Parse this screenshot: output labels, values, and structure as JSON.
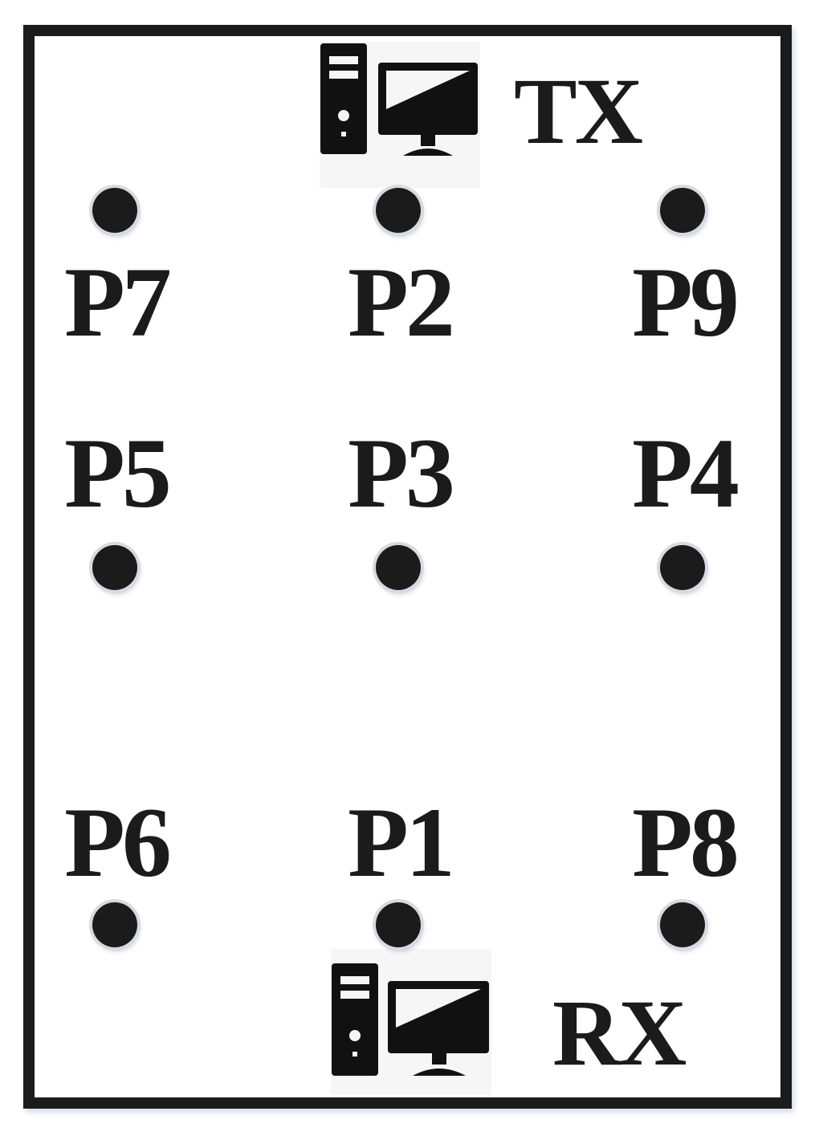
{
  "stations": {
    "tx": {
      "label": "TX",
      "icon": "desktop-computer-icon"
    },
    "rx": {
      "label": "RX",
      "icon": "desktop-computer-icon"
    }
  },
  "points": [
    {
      "id": "p7",
      "label": "P7"
    },
    {
      "id": "p2",
      "label": "P2"
    },
    {
      "id": "p9",
      "label": "P9"
    },
    {
      "id": "p5",
      "label": "P5"
    },
    {
      "id": "p3",
      "label": "P3"
    },
    {
      "id": "p4",
      "label": "P4"
    },
    {
      "id": "p6",
      "label": "P6"
    },
    {
      "id": "p1",
      "label": "P1"
    },
    {
      "id": "p8",
      "label": "P8"
    }
  ],
  "colors": {
    "ink": "#1b1b1b",
    "background": "#ffffff",
    "dot_ring": "#d6dbe2"
  }
}
